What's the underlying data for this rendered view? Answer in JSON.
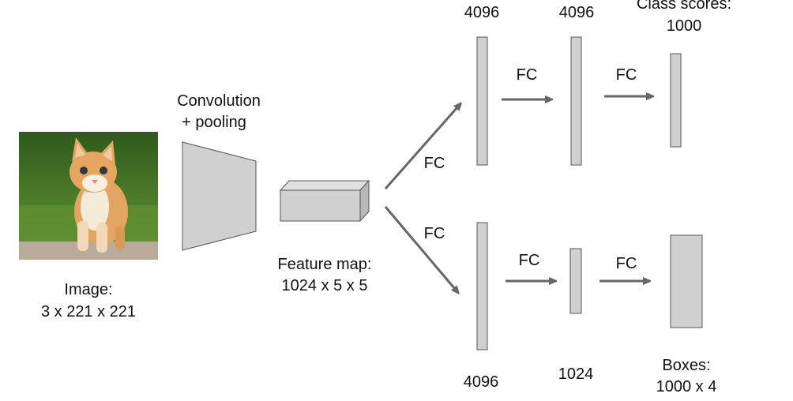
{
  "image": {
    "label_line1": "Image:",
    "label_line2": "3 x 221 x 221",
    "picture": "kitten-photo"
  },
  "conv": {
    "label_line1": "Convolution",
    "label_line2": "+ pooling"
  },
  "feature_map": {
    "label_line1": "Feature map:",
    "label_line2": "1024 x 5 x 5"
  },
  "top_branch": {
    "fc_in": "FC",
    "fc1_label": "4096",
    "fc_mid": "FC",
    "fc2_label": "4096",
    "fc_out": "FC",
    "scores_line1": "Class scores:",
    "scores_line2": "1000"
  },
  "bottom_branch": {
    "fc_in": "FC",
    "fc1_label": "4096",
    "fc_mid": "FC",
    "fc2_label": "1024",
    "fc_out": "FC",
    "boxes_line1": "Boxes:",
    "boxes_line2": "1000 x 4"
  },
  "colors": {
    "block_fill": "#d0d0d0",
    "block_stroke": "#555555",
    "arrow": "#666666"
  }
}
